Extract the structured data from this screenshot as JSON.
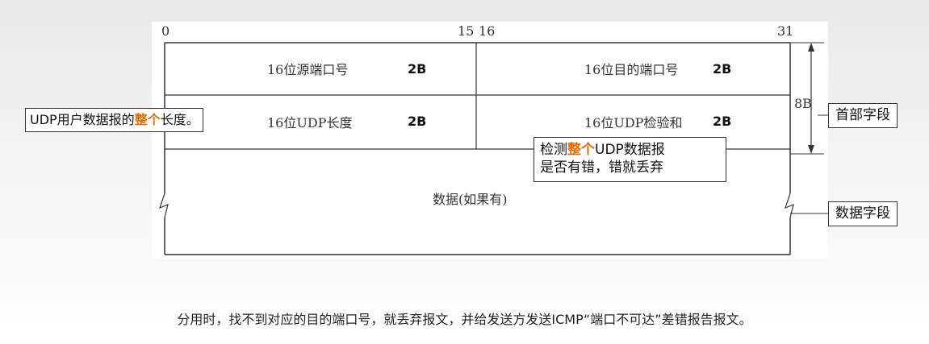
{
  "bit_labels": {
    "b0": "0",
    "b15": "15",
    "b16": "16",
    "b31": "31"
  },
  "fields": {
    "src_port": "16位源端口号",
    "dst_port": "16位目的端口号",
    "length": "16位UDP长度",
    "checksum": "16位UDP检验和",
    "size": "2B",
    "data": "数据(如果有)"
  },
  "header_size": "8B",
  "callouts": {
    "header_label": "首部字段",
    "data_label": "数据字段",
    "length_note": {
      "prefix": "UDP用户数据报的",
      "highlight": "整个",
      "suffix": "长度。"
    },
    "checksum_note": {
      "line1_prefix": "检测",
      "highlight": "整个",
      "line1_suffix": "UDP数据报",
      "line2": "是否有错，错就丢弃"
    }
  },
  "footer_note": "分用时，找不到对应的目的端口号，就丢弃报文，并给发送方发送ICMP“端口不可达”差错报告报文。",
  "colors": {
    "highlight": "#e36c09",
    "line": "#333333"
  }
}
